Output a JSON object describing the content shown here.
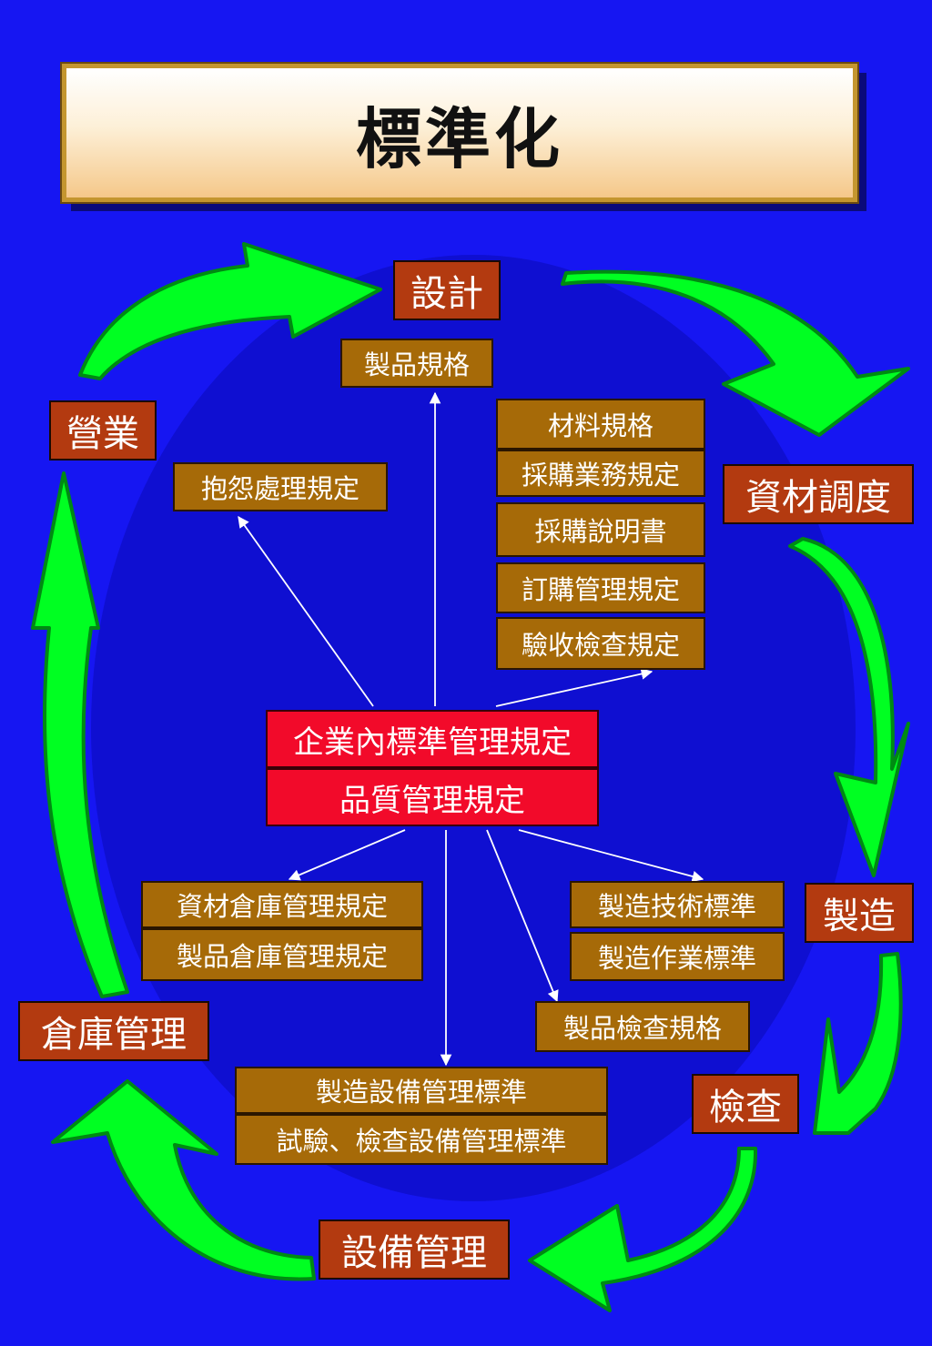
{
  "title": "標準化",
  "cycle": {
    "design": "設計",
    "material_control": "資材調度",
    "manufacturing": "製造",
    "inspection": "檢查",
    "equipment": "設備管理",
    "warehouse": "倉庫管理",
    "sales": "營業"
  },
  "center": {
    "line1": "企業內標準管理規定",
    "line2": "品質管理規定"
  },
  "documents": {
    "product_spec": "製品規格",
    "complaint": "抱怨處理規定",
    "material_spec": "材料規格",
    "purchase_rules": "採購業務規定",
    "purchase_manual": "採購說明書",
    "order_rules": "訂購管理規定",
    "acceptance_rules": "驗收檢查規定",
    "material_warehouse": "資材倉庫管理規定",
    "product_warehouse": "製品倉庫管理規定",
    "mfg_tech": "製造技術標準",
    "mfg_work": "製造作業標準",
    "product_inspection": "製品檢查規格",
    "mfg_equipment": "製造設備管理標準",
    "test_equipment": "試驗、檢查設備管理標準"
  },
  "colors": {
    "background": "#1616f2",
    "arrow": "#00ff22",
    "stage_box": "#b33a10",
    "document_box": "#a66a08",
    "center_box": "#f20a2a"
  }
}
